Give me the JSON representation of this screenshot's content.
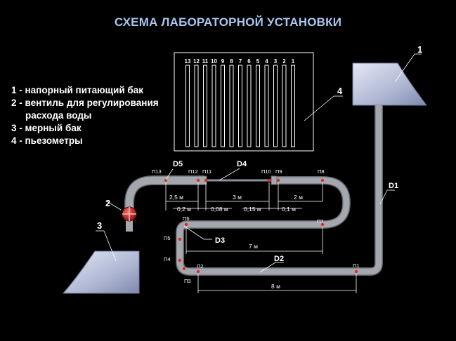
{
  "title": "СХЕМА ЛАБОРАТОРНОЙ УСТАНОВКИ",
  "legend": [
    "1 - напорный питающий бак",
    "2 - вентиль для регулирования",
    "расхода воды",
    "3 - мерный бак",
    "4 - пьезометры"
  ],
  "piezometer_numbers": [
    "13",
    "12",
    "11",
    "10",
    "9",
    "8",
    "7",
    "6",
    "5",
    "4",
    "3",
    "2",
    "1"
  ],
  "callouts": {
    "tank1": "1",
    "valve": "2",
    "tank3": "3",
    "panel": "4"
  },
  "diameters": {
    "d1": "D1",
    "d2": "D2",
    "d3": "D3",
    "d4": "D4",
    "d5": "D5"
  },
  "points": {
    "p1": "П1",
    "p2": "П2",
    "p3": "П3",
    "p4": "П4",
    "p5": "П5",
    "p6": "П6",
    "p7": "П7",
    "p8": "П8",
    "p9": "П9",
    "p10": "П10",
    "p11": "П11",
    "p12": "П12",
    "p13": "П13"
  },
  "dimensions": {
    "d_2_5": "2,5 м",
    "d_3": "3 м",
    "d_2": "2 м",
    "d_0_2": "0,2 м",
    "d_0_08": "0,08 м",
    "d_0_15": "0,15 м",
    "d_0_1": "0,1 м",
    "d_7": "7 м",
    "d_8": "8 м"
  },
  "colors": {
    "background": "#000000",
    "title": "#a9c7f0",
    "pipe": "#9a9ea4",
    "point": "#e0281e",
    "tank": "#b4bbd6",
    "valve": "#c8161e"
  }
}
